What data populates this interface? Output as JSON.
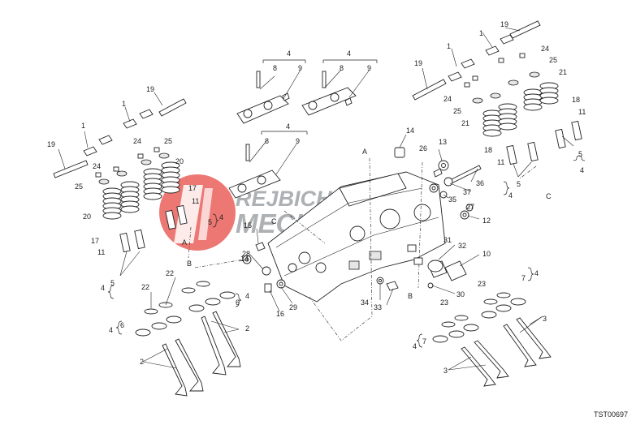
{
  "drawing_code": "TST00697",
  "watermark": {
    "line1": "REJBICH",
    "line2": "MECHANICA",
    "colors": {
      "circle": "#e8554f",
      "text": "#6b7277"
    }
  },
  "callouts": [
    "1",
    "2",
    "3",
    "4",
    "5",
    "6",
    "7",
    "8",
    "9",
    "10",
    "11",
    "12",
    "13",
    "14",
    "15",
    "16",
    "17",
    "18",
    "19",
    "20",
    "21",
    "22",
    "23",
    "24",
    "25",
    "26",
    "27",
    "28",
    "29",
    "30",
    "31",
    "32",
    "33",
    "34",
    "35",
    "36",
    "37",
    "A",
    "B",
    "C"
  ]
}
